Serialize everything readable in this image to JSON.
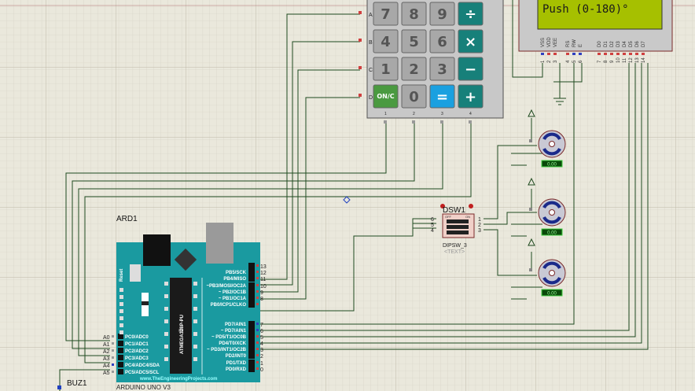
{
  "canvas": {
    "background": "#eae8dc",
    "grid_color": "#d3d0c2",
    "wire_color": "#1f4a1f"
  },
  "keypad": {
    "row_labels": [
      "A",
      "B",
      "C",
      "D"
    ],
    "col_labels": [
      "1",
      "2",
      "3",
      "4"
    ],
    "keys": [
      [
        "7",
        "8",
        "9",
        "÷"
      ],
      [
        "4",
        "5",
        "6",
        "×"
      ],
      [
        "1",
        "2",
        "3",
        "−"
      ],
      [
        "ON/C",
        "0",
        "=",
        "+"
      ]
    ]
  },
  "lcd": {
    "text": "Push (0-180)°",
    "pins": [
      "VSS",
      "VDD",
      "VEE",
      "RS",
      "RW",
      "E",
      "D0",
      "D1",
      "D2",
      "D3",
      "D4",
      "D5",
      "D6",
      "D7"
    ],
    "pin_numbers": [
      "1",
      "2",
      "3",
      "4",
      "5",
      "6",
      "7",
      "8",
      "9",
      "10",
      "11",
      "12",
      "13",
      "14"
    ],
    "screen_color": "#a6c000"
  },
  "arduino": {
    "ref": "ARD1",
    "name": "ARDUINO UNO V3",
    "reset": "Reset",
    "chip": "ATMEGA328P-PU",
    "website": "www.TheEngineeringProjects.com",
    "board_color": "#1a9aa0",
    "digital_pins": [
      {
        "label": "",
        "num": "13"
      },
      {
        "label": "PB5/SCK",
        "num": "12"
      },
      {
        "label": "PB4/MISO",
        "num": "11"
      },
      {
        "label": "~PB3/MOSI/OC2A",
        "num": "10"
      },
      {
        "label": "~ PB2/OC1B",
        "num": "9"
      },
      {
        "label": "~ PB1/OC1A",
        "num": "8"
      },
      {
        "label": "PB0/ICP1/CLKO",
        "num": ""
      },
      {
        "label": "PD7/AIN1",
        "num": "7"
      },
      {
        "label": "~ PD7/AIN1",
        "num": "6"
      },
      {
        "label": "~ PD5/T1/OC0B",
        "num": "5"
      },
      {
        "label": "PD4/T0/XCK",
        "num": "4"
      },
      {
        "label": "~ PD3/INT1/OC2B",
        "num": "3"
      },
      {
        "label": "PD2/INT0",
        "num": "2"
      },
      {
        "label": "PD1/TXD",
        "num": "1"
      },
      {
        "label": "PD0/RXD",
        "num": "0"
      }
    ],
    "analog_pins": [
      {
        "label": "PC0/ADC0",
        "num": "A0"
      },
      {
        "label": "PC1/ADC1",
        "num": "A1"
      },
      {
        "label": "PC2/ADC2",
        "num": "A2"
      },
      {
        "label": "PC3/ADC3",
        "num": "A3"
      },
      {
        "label": "PC4/ADC4/SDA",
        "num": "A4"
      },
      {
        "label": "PC5/ADC5/SCL",
        "num": "A5"
      }
    ]
  },
  "dip_switch": {
    "ref": "DSW1",
    "type": "DIPSW_3",
    "text": "<TEXT>",
    "off": "OFF",
    "on": "ON",
    "left_pins": [
      "6",
      "5",
      "4"
    ],
    "right_pins": [
      "1",
      "2",
      "3"
    ]
  },
  "motors": [
    {
      "readout": "0.00"
    },
    {
      "readout": "0.00"
    },
    {
      "readout": "0.00"
    }
  ],
  "buzzer": {
    "ref": "BUZ1"
  }
}
